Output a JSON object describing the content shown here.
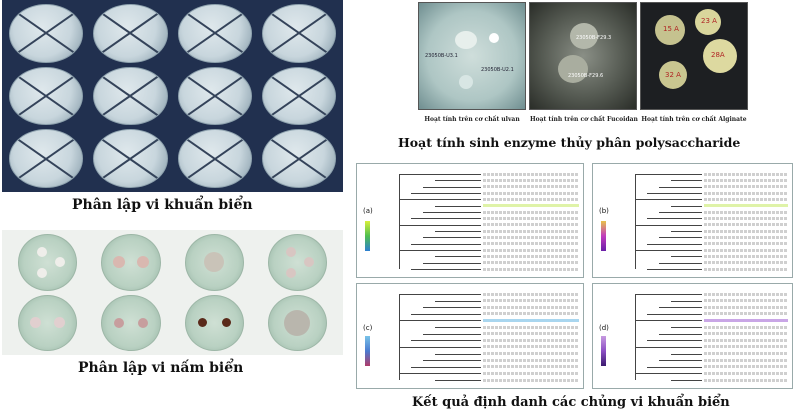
{
  "captions": {
    "bacteria": "Phân lập vi khuẩn biển",
    "fungi": "Phân lập vi nấm biển",
    "enzyme": "Hoạt tính sinh enzyme thủy phân polysaccharide",
    "identification": "Kết quả định danh các chủng vi khuẩn biển"
  },
  "enzyme_panels": [
    {
      "label": "Hoạt tính trên cơ chất ulvan",
      "codes": [
        "23050B-U3.1",
        "23050B-U2.1"
      ]
    },
    {
      "label": "Hoạt tính trên cơ chất Fucoidan",
      "codes": [
        "23050B-F29.3",
        "23050B-F29.6"
      ]
    },
    {
      "label": "Hoạt tính trên cơ chất Alginate",
      "codes": [
        "15 A",
        "23 A",
        "28A",
        "32 A"
      ]
    }
  ],
  "tree_panels": [
    {
      "letter": "(a)",
      "highlight": "#dff3a8",
      "scale_colors": [
        "#d9ef3a",
        "#4fbf4f",
        "#2d7fd1"
      ]
    },
    {
      "letter": "(b)",
      "highlight": "#dff3a8",
      "scale_colors": [
        "#e8c34a",
        "#c23cbd",
        "#6a1fa8"
      ]
    },
    {
      "letter": "(c)",
      "highlight": "#a9d6ef",
      "scale_colors": [
        "#79c3e8",
        "#4b7bd0",
        "#b03c6a"
      ]
    },
    {
      "letter": "(d)",
      "highlight": "#c9a6e6",
      "scale_colors": [
        "#c79be0",
        "#8c4fc4",
        "#3b1a6e"
      ]
    }
  ],
  "icons": {
    "petri": "petri-dish-icon",
    "tree": "phylogenetic-tree-icon"
  }
}
